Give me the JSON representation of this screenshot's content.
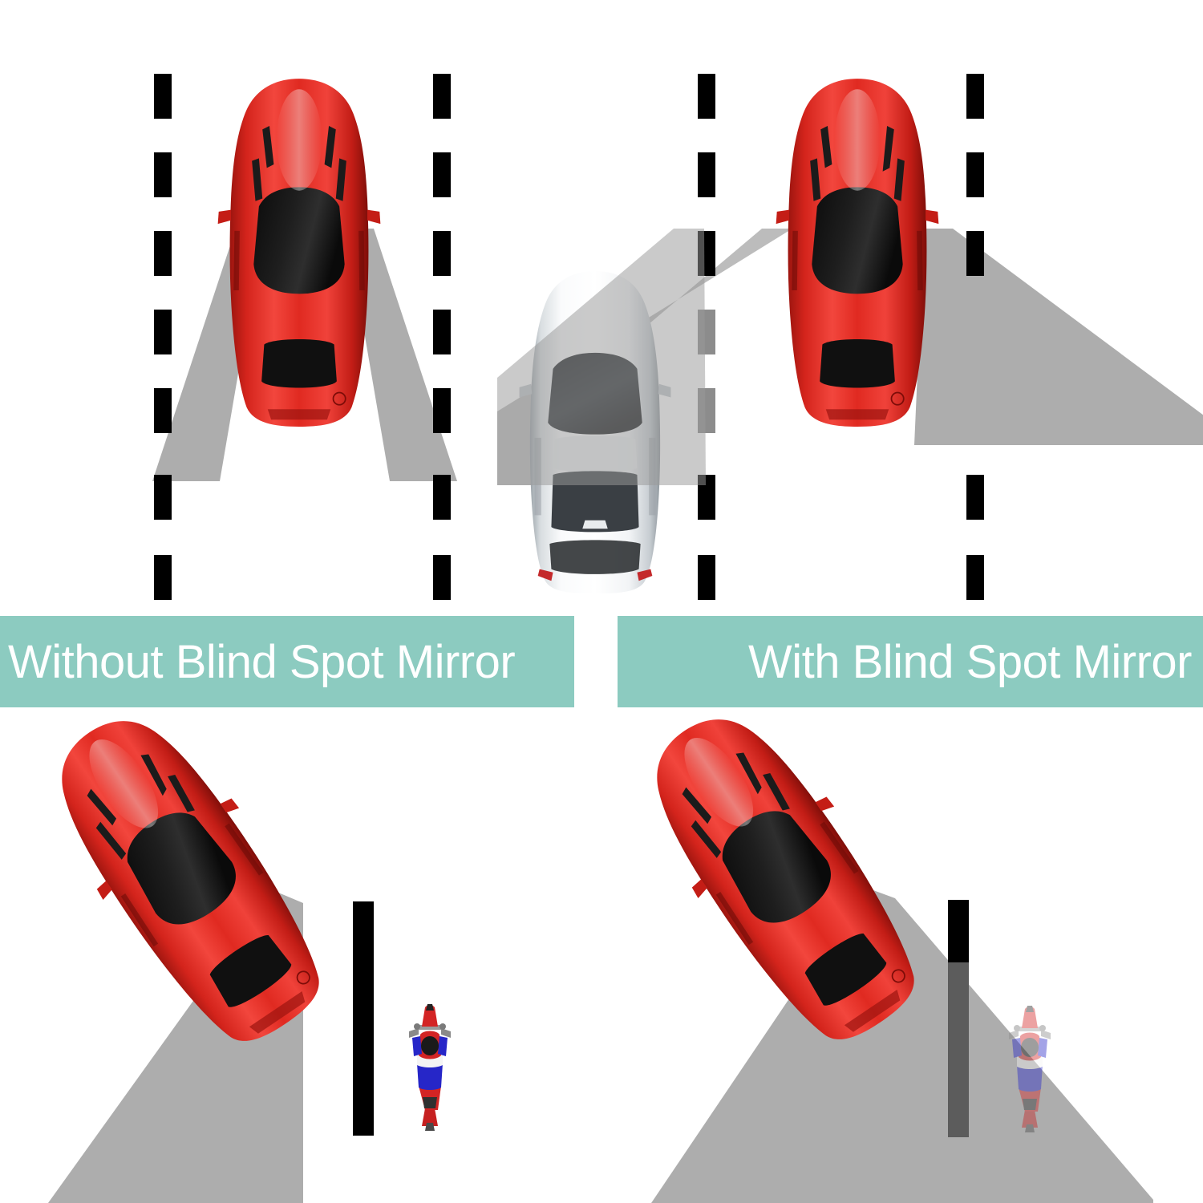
{
  "page": {
    "title": "Blind Spot Mirror Comparison Diagram",
    "background_color": "#ffffff"
  },
  "banners": {
    "left": {
      "label": "Without Blind Spot Mirror",
      "background_color": "#8CCBC0",
      "text_color": "#ffffff"
    },
    "right": {
      "label": "With Blind Spot Mirror",
      "background_color": "#8CCBC0",
      "text_color": "#ffffff"
    }
  },
  "colors": {
    "road_marking": "#000000",
    "blind_spot_cone": "#ADADAD",
    "cone_translucent": "#B3B3B3",
    "car_red_body": "#D9251D",
    "car_red_highlight": "#F0413A",
    "car_red_shadow": "#8E120C",
    "car_glass": "#141414",
    "car_white_body": "#F2F4F5",
    "car_white_shadow": "#AEB4B8",
    "moto_red": "#D32424",
    "moto_blue": "#2626C8",
    "moto_white": "#F4F4F4",
    "moto_dark": "#303030"
  },
  "panels": [
    {
      "id": "top-left",
      "name": "without-mirror-lane-change",
      "description": "Red sports car in the left lane with two narrow grey visibility cones trailing rearward; dashed lane markings on both sides.",
      "vehicles": [
        "red-sports-car"
      ],
      "cone_type": "narrow",
      "cone_count": 2,
      "lane_markings": "dashed"
    },
    {
      "id": "top-right",
      "name": "with-mirror-lane-change",
      "description": "Red sports car in the right lane with two wide grey coverage triangles that reach across adjacent lanes; dashed lane markings on both sides.",
      "vehicles": [
        "red-sports-car"
      ],
      "cone_type": "wide",
      "cone_count": 2,
      "lane_markings": "dashed"
    },
    {
      "id": "center",
      "name": "adjacent-white-car",
      "description": "White sedan travelling in the centre lane, partly covered by the wide coverage triangle from the right-hand red car.",
      "vehicles": [
        "white-sedan"
      ]
    },
    {
      "id": "bottom-left",
      "name": "without-mirror-motorcycle",
      "description": "Angled red sports car with a narrow grey cone. A motorcycle beyond the solid lane bar is outside the cone and therefore unseen.",
      "vehicles": [
        "red-sports-car-angled",
        "motorcycle"
      ],
      "cone_type": "narrow",
      "motorcycle_visible": false,
      "lane_markings": "solid-bar"
    },
    {
      "id": "bottom-right",
      "name": "with-mirror-motorcycle",
      "description": "Angled red sports car with a wide grey cone that reaches past the solid lane bar and covers the motorcycle, so it is seen.",
      "vehicles": [
        "red-sports-car-angled",
        "motorcycle"
      ],
      "cone_type": "wide",
      "motorcycle_visible": true,
      "lane_markings": "solid-bar"
    }
  ],
  "icons": {
    "red_car": "red-sports-car-top-view",
    "white_car": "white-sedan-top-view",
    "motorcycle": "motorcycle-top-view",
    "cone": "blind-spot-cone"
  }
}
